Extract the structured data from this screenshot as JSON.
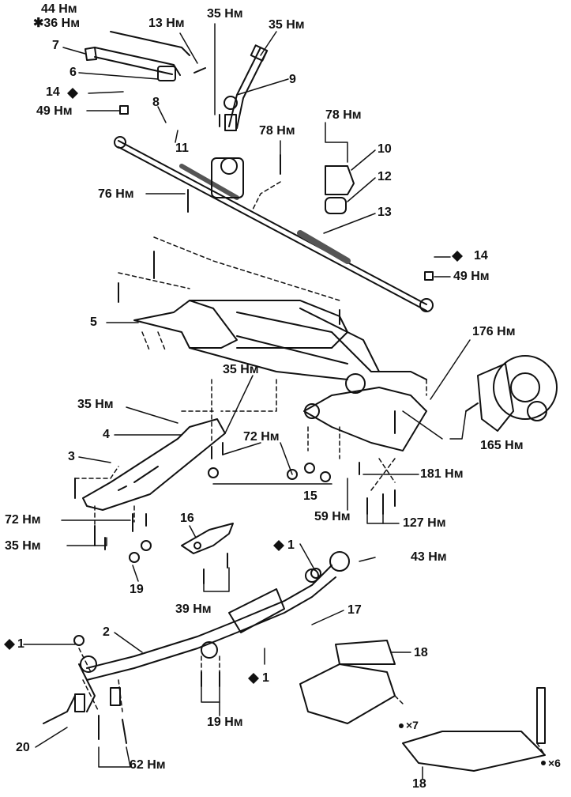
{
  "colors": {
    "ink": "#111111",
    "paper": "#ffffff"
  },
  "labels": {
    "t44": "44 Нм",
    "t36s": "✱36 Нм",
    "n7": "7",
    "n6": "6",
    "n14a": "14",
    "t49a": "49 Нм",
    "t13nm": "13 Нм",
    "t35a": "35 Нм",
    "t35b": "35 Нм",
    "n9": "9",
    "n8": "8",
    "n11": "11",
    "t78a": "78 Нм",
    "t78b": "78 Нм",
    "n10": "10",
    "n12": "12",
    "t76": "76 Нм",
    "n13": "13",
    "n14b": "14",
    "t49b": "49 Нм",
    "n5": "5",
    "t176": "176 Нм",
    "t35c": "35 Нм",
    "t35d": "35 Нм",
    "n4": "4",
    "t72a": "72 Нм",
    "n3": "3",
    "t165": "165 Нм",
    "t181": "181 Нм",
    "n15": "15",
    "t59": "59 Нм",
    "t127": "127 Нм",
    "t72b": "72 Нм",
    "n16": "16",
    "t35e": "35 Нм",
    "n1a": "1",
    "t43": "43 Нм",
    "n19a": "19",
    "t39": "39 Нм",
    "n17": "17",
    "n2": "2",
    "n1b": "1",
    "n18a": "18",
    "n1c": "1",
    "n20": "20",
    "t19nm": "19 Нм",
    "x7": "×7",
    "x6": "×6",
    "t62": "62 Нм",
    "n18b": "18"
  }
}
